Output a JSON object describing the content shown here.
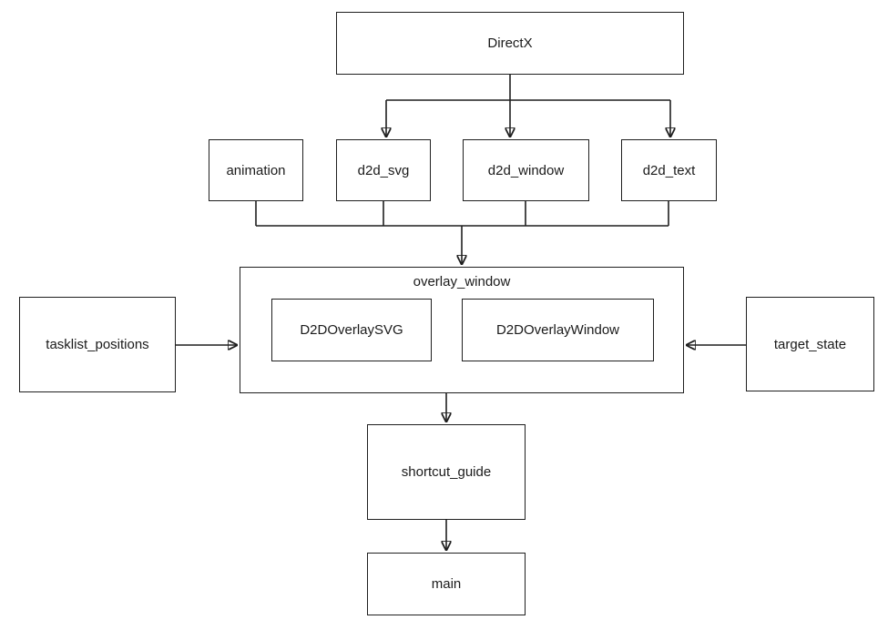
{
  "colors": {
    "background": "#ffffff",
    "line": "#1f1f1f",
    "box_border": "#1f1f1f",
    "text": "#1a1a1a",
    "arrowhead_fill": "#1a1a1a"
  },
  "nodes": {
    "directx": {
      "label": "DirectX"
    },
    "animation": {
      "label": "animation"
    },
    "d2d_svg": {
      "label": "d2d_svg"
    },
    "d2d_window": {
      "label": "d2d_window"
    },
    "d2d_text": {
      "label": "d2d_text"
    },
    "overlay_window": {
      "label": "overlay_window",
      "children": [
        "D2DOverlaySVG",
        "D2DOverlayWindow"
      ]
    },
    "d2d_overlay_svg": {
      "label": "D2DOverlaySVG"
    },
    "d2d_overlay_window": {
      "label": "D2DOverlayWindow"
    },
    "tasklist_positions": {
      "label": "tasklist_positions"
    },
    "target_state": {
      "label": "target_state"
    },
    "shortcut_guide": {
      "label": "shortcut_guide"
    },
    "main": {
      "label": "main"
    }
  },
  "edges": [
    {
      "from": "DirectX",
      "to": "d2d_svg",
      "arrow": "into-target"
    },
    {
      "from": "DirectX",
      "to": "d2d_window",
      "arrow": "into-target"
    },
    {
      "from": "DirectX",
      "to": "d2d_text",
      "arrow": "into-target"
    },
    {
      "from": "animation",
      "to": "overlay_window",
      "arrow": "into-target"
    },
    {
      "from": "d2d_svg",
      "to": "overlay_window",
      "arrow": "into-target"
    },
    {
      "from": "d2d_window",
      "to": "overlay_window",
      "arrow": "into-target"
    },
    {
      "from": "d2d_text",
      "to": "overlay_window",
      "arrow": "into-target"
    },
    {
      "from": "tasklist_positions",
      "to": "overlay_window",
      "arrow": "into-target"
    },
    {
      "from": "target_state",
      "to": "overlay_window",
      "arrow": "into-target"
    },
    {
      "from": "overlay_window",
      "to": "shortcut_guide",
      "arrow": "into-target"
    },
    {
      "from": "shortcut_guide",
      "to": "main",
      "arrow": "into-target"
    }
  ]
}
